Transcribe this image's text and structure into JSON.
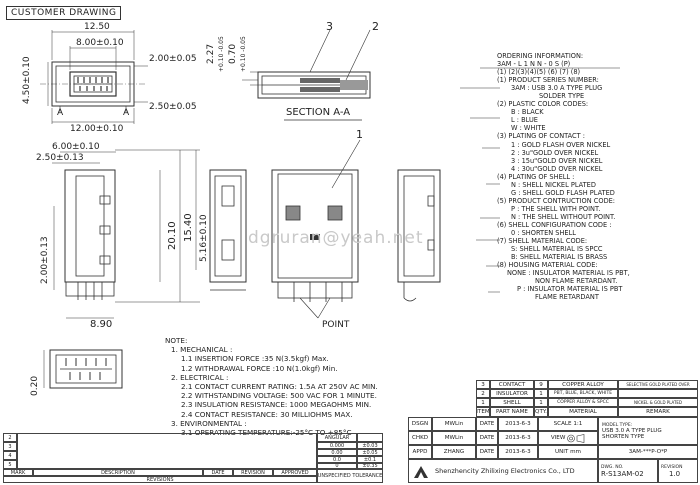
{
  "header": {
    "tag": "CUSTOMER DRAWING"
  },
  "dims": {
    "d1250": "12.50",
    "d800": "8.00±0.10",
    "d200a": "2.00±0.05",
    "d450": "4.50±0.10",
    "d250": "2.50±0.05",
    "d1200": "12.00±0.10",
    "labelA1": "A",
    "labelA2": "A",
    "d227": "2.27",
    "d227tol": "+0.10 -0.05",
    "d070": "0.70",
    "d070tol": "+0.10 -0.05",
    "callout3": "3",
    "callout2": "2",
    "section": "SECTION A-A",
    "d600": "6.00±0.10",
    "d250b": "2.50±0.13",
    "d200b": "2.00±0.13",
    "d890": "8.90",
    "d2010": "20.10",
    "d1540": "15.40",
    "d516": "5.16±0.10",
    "callout1": "1",
    "point": "POINT",
    "d020": "0.20"
  },
  "ordering": {
    "title": "ORDERING INFORMATION:",
    "code": "3AM - L 1 N N - 0 S (P)",
    "nums": "(1)  (2)(3)(4)(5)  (6) (7)  (8)",
    "lines": [
      "(1) PRODUCT SERIES NUMBER:",
      "3AM : USB 3.0 A TYPE PLUG",
      "SOLDER TYPE",
      "(2) PLASTIC COLOR CODES:",
      "B : BLACK",
      "L : BLUE",
      "W : WHITE",
      "(3) PLATING OF CONTACT :",
      "1 : GOLD FLASH OVER NICKEL",
      "2 : 3u\"GOLD OVER NICKEL",
      "3 : 15u\"GOLD OVER NICKEL",
      "4 : 30u\"GOLD OVER NICKEL",
      "(4) PLATING OF SHELL :",
      "N : SHELL NICKEL PLATED",
      "G : SHELL GOLD FLASH PLATED",
      "(5) PRODUCT CONTRUCTION CODE:",
      "P : THE SHELL WITH POINT.",
      "N : THE SHELL WITHOUT POINT.",
      "(6) SHELL CONFIGURATION CODE :",
      "0 : SHORTEN SHELL",
      "(7) SHELL MATERIAL CODE:",
      "S: SHELL MATERIAL IS SPCC",
      "B: SHELL MATERIAL IS BRASS",
      "(8) HOUSING MATERIAL CODE:",
      "NONE : INSULATOR MATERIAL IS PBT,",
      "NON FLAME RETARDANT.",
      "P : INSULATOR MATERIAL IS PBT",
      "FLAME RETARDANT"
    ]
  },
  "notes": {
    "title": "NOTE:",
    "lines": [
      "1. MECHANICAL :",
      "1.1 INSERTION FORCE :35 N(3.5kgf) Max.",
      "1.2 WITHDRAWAL FORCE :10 N(1.0kgf) Min.",
      "2. ELECTRICAL :",
      "2.1 CONTACT CURRENT RATING: 1.5A AT 250V AC MIN.",
      "2.2 WITHSTANDING VOLTAGE: 500 VAC FOR 1 MINUTE.",
      "2.3 INSULATION RESISTANCE: 1000 MEGAOHMS MIN.",
      "2.4 CONTACT RESISTANCE: 30 MILLIOHMS MAX.",
      "3. ENVIRONMENTAL :",
      "3.1 OPERATING TEMPERATURE:-25°C TO +85°C"
    ]
  },
  "watermark": "dgruran@yeah.net",
  "bom": [
    {
      "item": "3",
      "part": "CONTACT",
      "qty": "9",
      "material": "COPPER ALLOY",
      "remark": "SELECTIVE GOLD PLATED OVER"
    },
    {
      "item": "2",
      "part": "INSULATOR",
      "qty": "1",
      "material": "PBT, BLUE, BLACK, WHITE",
      "remark": ""
    },
    {
      "item": "1",
      "part": "SHELL",
      "qty": "1",
      "material": "COPPER ALLOY & SPCC",
      "remark": "NICKEL & GOLD PLATED"
    }
  ],
  "bom_header": {
    "item": "ITEM",
    "part": "PART NAME",
    "qty": "QTY.",
    "material": "MATERIAL",
    "remark": "REMARK"
  },
  "title_block": {
    "dsgn": "DSGN",
    "dsgn_name": "MWLin",
    "chkd": "CHKD",
    "chkd_name": "MWLin",
    "appd": "APPD",
    "appd_name": "ZHANG",
    "date": "DATE",
    "date1": "2013-6-3",
    "date2": "2013-6-3",
    "date3": "2013-6-3",
    "scale": "SCALE",
    "scale_val": "1:1",
    "view": "VIEW",
    "unit": "UNIT",
    "unit_val": "mm",
    "model_label": "MODEL TYPE:",
    "model1": "USB 3.0  A TYPE PLUG",
    "model2": "SHORTEN TYPE",
    "model_code": "3AM-***P-O*P",
    "company": "Shenzhencity Zhilixing Electronics Co., LTD",
    "dwg_label": "DWG. NO.",
    "dwg_no": "R-S13AM-02",
    "rev_label": "REVISION",
    "rev": "1.0"
  },
  "tolerance": {
    "angular": "ANGULAR",
    "rows": [
      [
        "0.000",
        "±0.03"
      ],
      [
        "0.00",
        "±0.05"
      ],
      [
        "0.0",
        "±0.1"
      ],
      [
        "0",
        "±0.35"
      ]
    ],
    "label": "UNSPECIFIED TOLERANCE"
  },
  "revision": {
    "marks": [
      "2",
      "3",
      "4",
      "5"
    ],
    "headers": [
      "MARK",
      "DESCRIPTION",
      "DATE",
      "REVISION",
      "APPROVED"
    ],
    "title": "REVISIONS"
  }
}
